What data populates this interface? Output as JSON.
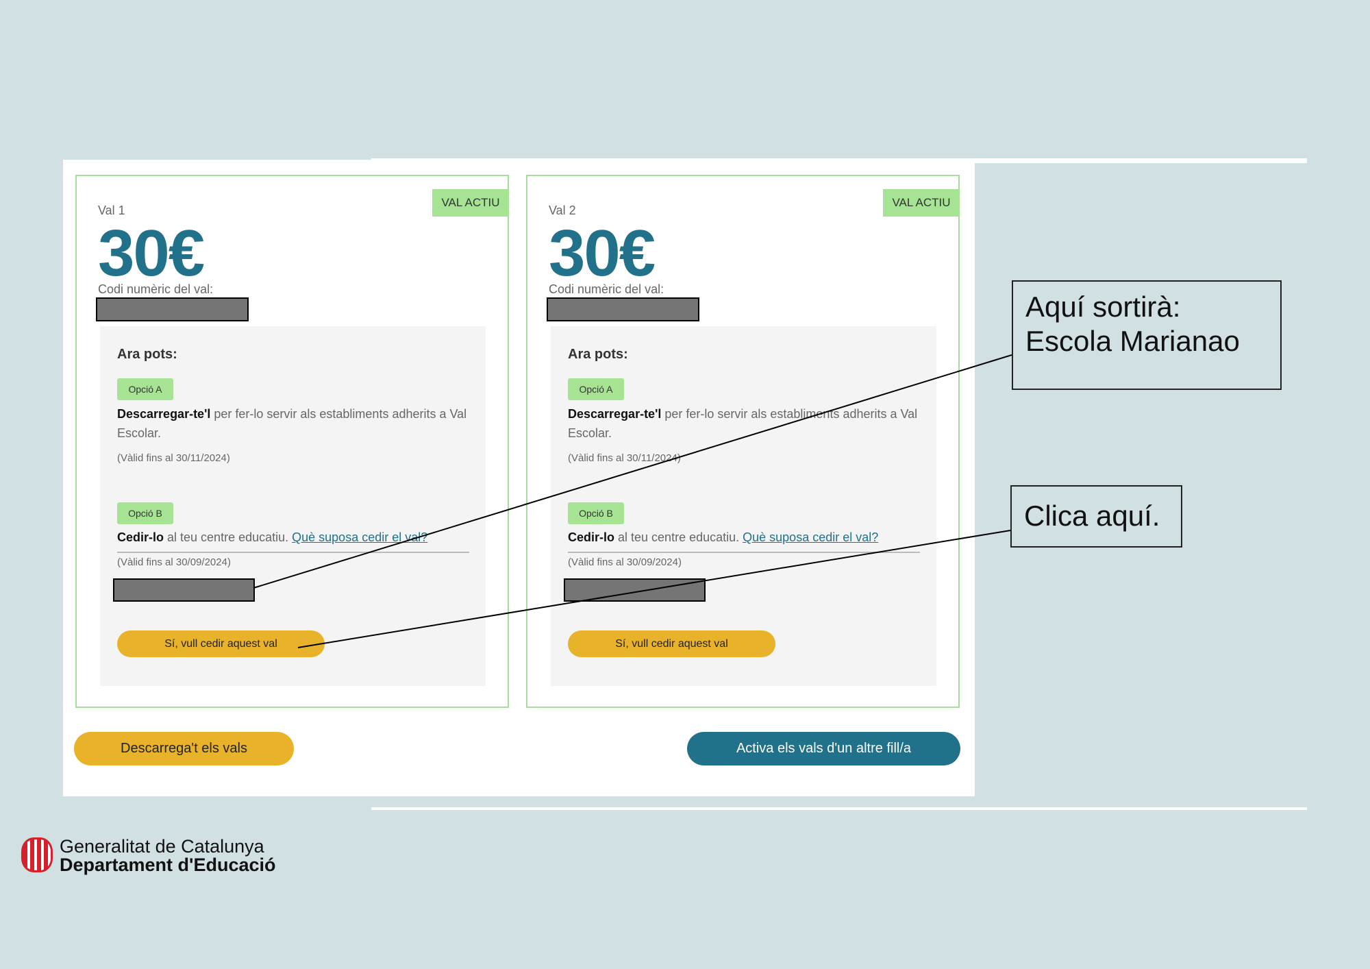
{
  "vouchers": [
    {
      "label": "Val 1",
      "status": "VAL ACTIU",
      "amount": "30€",
      "code_label": "Codi numèric del val:",
      "now_you_can": "Ara pots:",
      "option_a": {
        "tag": "Opció A",
        "bold": "Descarregar-te'l",
        "text": " per fer-lo servir als establiments adherits a Val Escolar.",
        "validity": "(Vàlid fins al 30/11/2024)"
      },
      "option_b": {
        "tag": "Opció B",
        "bold": "Cedir-lo",
        "text": " al teu centre educatiu. ",
        "link": "Què suposa cedir el val?",
        "validity": "(Vàlid fins al 30/09/2024)",
        "button": "Sí, vull cedir aquest val"
      }
    },
    {
      "label": "Val 2",
      "status": "VAL ACTIU",
      "amount": "30€",
      "code_label": "Codi numèric del val:",
      "now_you_can": "Ara pots:",
      "option_a": {
        "tag": "Opció A",
        "bold": "Descarregar-te'l",
        "text": " per fer-lo servir als establiments adherits a Val Escolar.",
        "validity": "(Vàlid fins al 30/11/2024)"
      },
      "option_b": {
        "tag": "Opció B",
        "bold": "Cedir-lo",
        "text": " al teu centre educatiu. ",
        "link": "Què suposa cedir el val?",
        "validity": "(Vàlid fins al 30/09/2024)",
        "button": "Sí, vull cedir aquest val"
      }
    }
  ],
  "actions": {
    "download": "Descarrega't els vals",
    "activate": "Activa els vals d'un altre fill/a"
  },
  "callouts": {
    "school_line1": "Aquí sortirà:",
    "school_line2": "Escola Marianao",
    "click": "Clica aquí."
  },
  "footer": {
    "line1": "Generalitat de Catalunya",
    "line2": "Departament d'Educació"
  },
  "colors": {
    "accent": "#22718a",
    "yellow": "#e8b22b",
    "green": "#a6e494"
  }
}
